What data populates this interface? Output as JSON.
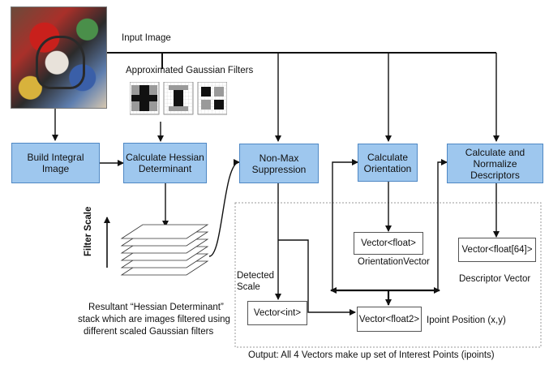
{
  "title": "",
  "input_image_label": "Input Image",
  "filters_label": "Approximated Gaussian Filters",
  "steps": {
    "build_integral": "Build Integral\nImage",
    "hessian": "Calculate Hessian\nDeterminant",
    "nonmax": "Non-Max\nSuppression",
    "orientation": "Calculate\nOrientation",
    "descriptors": "Calculate and\nNormalize Descriptors"
  },
  "vectors": {
    "orientation_vec": "Vector<float>",
    "descriptor_vec": "Vector<float[64]>",
    "scale_vec": "Vector<int>",
    "position_vec": "Vector<float2>"
  },
  "labels": {
    "orientation_vector": "OrientationVector",
    "descriptor_vector": "Descriptor Vector",
    "detected_scale": "Detected\nScale",
    "ipoint_position": "Ipoint Position (x,y)",
    "filter_scale": "Filter Scale",
    "stack_caption_1": "Resultant “Hessian Determinant”",
    "stack_caption_2": "stack which are images filtered using",
    "stack_caption_3": "different scaled Gaussian filters",
    "output": "Output: All 4 Vectors make up set of Interest Points (ipoints)"
  },
  "colors": {
    "box_fill": "#9ec7ee",
    "box_border": "#4f88c4",
    "arrow": "#111111"
  }
}
